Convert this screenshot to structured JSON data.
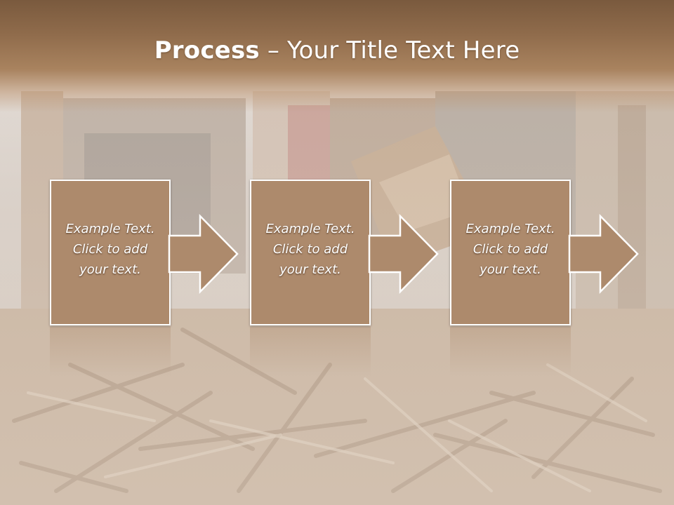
{
  "slide": {
    "title_bold": "Process",
    "title_rest": " – Your Title Text Here"
  },
  "steps": [
    {
      "text": "Example Text.\nClick  to add\nyour text."
    },
    {
      "text": "Example Text.\nClick  to add\nyour text."
    },
    {
      "text": "Example Text.\nClick  to add\nyour text."
    }
  ],
  "colors": {
    "title_band": "#8f6b4b",
    "step_fill": "#ad8a6c",
    "step_border": "#ffffff",
    "text": "#ffffff"
  },
  "icons": {
    "arrow": "right-arrow-icon"
  }
}
